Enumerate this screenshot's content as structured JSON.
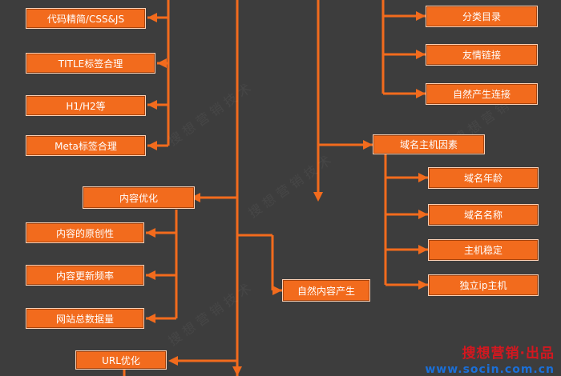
{
  "colors": {
    "background": "#3d3d3d",
    "node": "#f26b1d",
    "line": "#f26b1d",
    "brand_red": "#d4171f",
    "brand_blue": "#1a6fd8"
  },
  "nodes": {
    "code_simplify": "代码精简/CSS&JS",
    "title_tag": "TITLE标签合理",
    "h1_h2": "H1/H2等",
    "meta_tag": "Meta标签合理",
    "content_opt": "内容优化",
    "content_original": "内容的原创性",
    "content_update": "内容更新频率",
    "site_data": "网站总数据量",
    "url_opt": "URL优化",
    "natural_content": "自然内容产生",
    "category_dir": "分类目录",
    "friend_links": "友情链接",
    "natural_links": "自然产生连接",
    "domain_host": "域名主机因素",
    "domain_age": "域名年龄",
    "domain_name": "域名名称",
    "host_stable": "主机稳定",
    "dedicated_ip": "独立ip主机"
  },
  "brand": {
    "line1": "搜想营销·出品",
    "line2": "www.socin.com.cn"
  }
}
